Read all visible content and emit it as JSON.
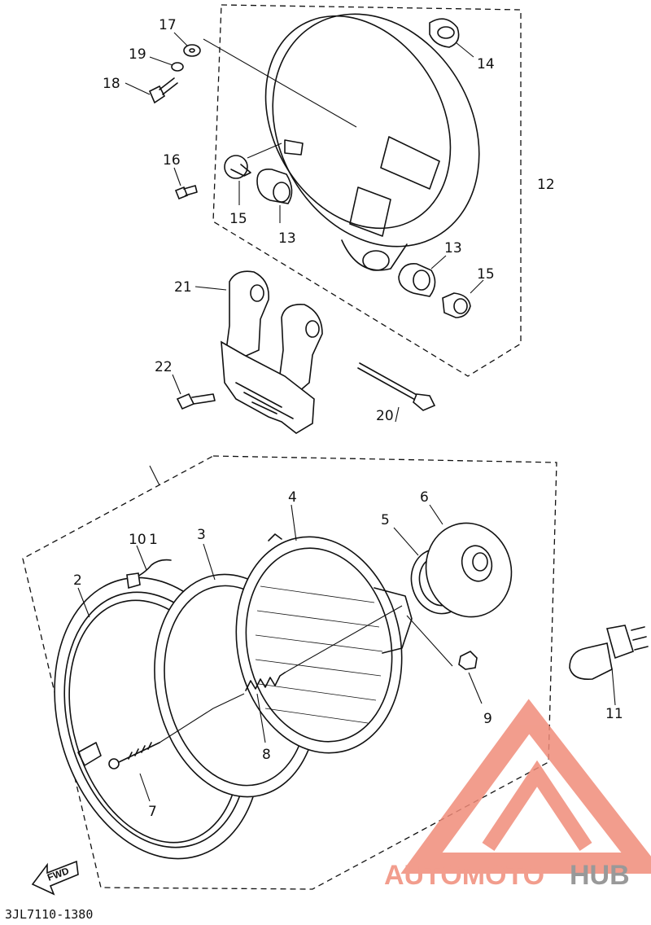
{
  "diagram": {
    "part_labels": {
      "p1": "1",
      "p2": "2",
      "p3": "3",
      "p4": "4",
      "p5": "5",
      "p6": "6",
      "p7": "7",
      "p8": "8",
      "p9": "9",
      "p10": "10",
      "p11": "11",
      "p12": "12",
      "p13a": "13",
      "p13b": "13",
      "p14": "14",
      "p15a": "15",
      "p15b": "15",
      "p16": "16",
      "p17": "17",
      "p18": "18",
      "p19": "19",
      "p20": "20",
      "p21": "21",
      "p22": "22"
    },
    "fwd_label": "FWD",
    "drawing_code": "3JL7110-1380"
  },
  "watermark": {
    "brand_part1": "AUTOMOTO",
    "brand_part2": "HUB",
    "color_primary": "#f08c7a",
    "color_secondary": "#888888"
  }
}
